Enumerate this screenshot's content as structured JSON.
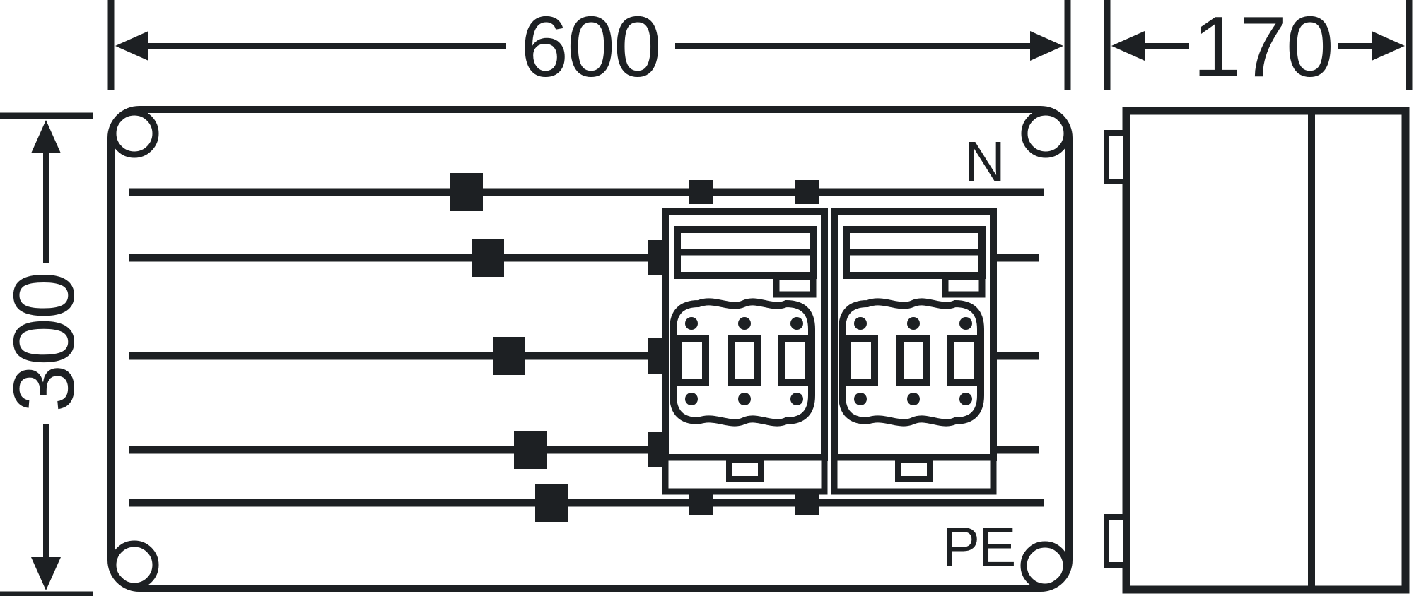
{
  "drawing": {
    "type": "enclosure-dimension-drawing",
    "views": {
      "front_view_busbars": 5,
      "front_view_fuse_units": 2,
      "side_view_panels": 2
    }
  },
  "colors": {
    "ink": "#1d2023",
    "background": "#ffffff"
  },
  "dimensions": {
    "width_label": "600",
    "depth_label": "170",
    "height_label": "300"
  },
  "labels": {
    "neutral": "N",
    "protective_earth": "PE"
  }
}
